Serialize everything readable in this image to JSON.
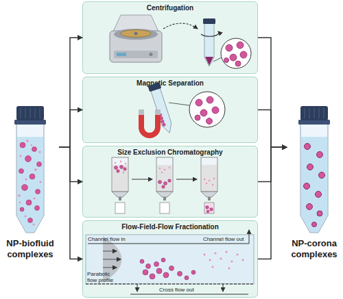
{
  "diagram": {
    "nodes": [
      {
        "text": [
          "NP-biofluid complexes"
        ]
      },
      {
        "text": [
          "Centrifugation"
        ]
      },
      {
        "text": [
          "Magnetic Separation"
        ]
      },
      {
        "text": [
          "Size Exclusion Chromatography"
        ]
      },
      {
        "text": [
          "Flow-Field-Flow Fractionation"
        ]
      },
      {
        "text": [
          "NP-corona complexes"
        ]
      }
    ],
    "edges": [
      {
        "from": 0,
        "to": 1,
        "arrow": "to"
      },
      {
        "from": 0,
        "to": 2,
        "arrow": "to"
      },
      {
        "from": 0,
        "to": 3,
        "arrow": "to"
      },
      {
        "from": 0,
        "to": 4,
        "arrow": "to"
      },
      {
        "from": 1,
        "to": 5,
        "arrow": "to"
      },
      {
        "from": 2,
        "to": 5,
        "arrow": "to"
      },
      {
        "from": 3,
        "to": 5,
        "arrow": "to"
      },
      {
        "from": 4,
        "to": 5,
        "arrow": "to"
      }
    ],
    "labels": [
      "Channel flow in",
      "Parabolic flow profile",
      "Channel flow out",
      "Cross flow out"
    ]
  }
}
